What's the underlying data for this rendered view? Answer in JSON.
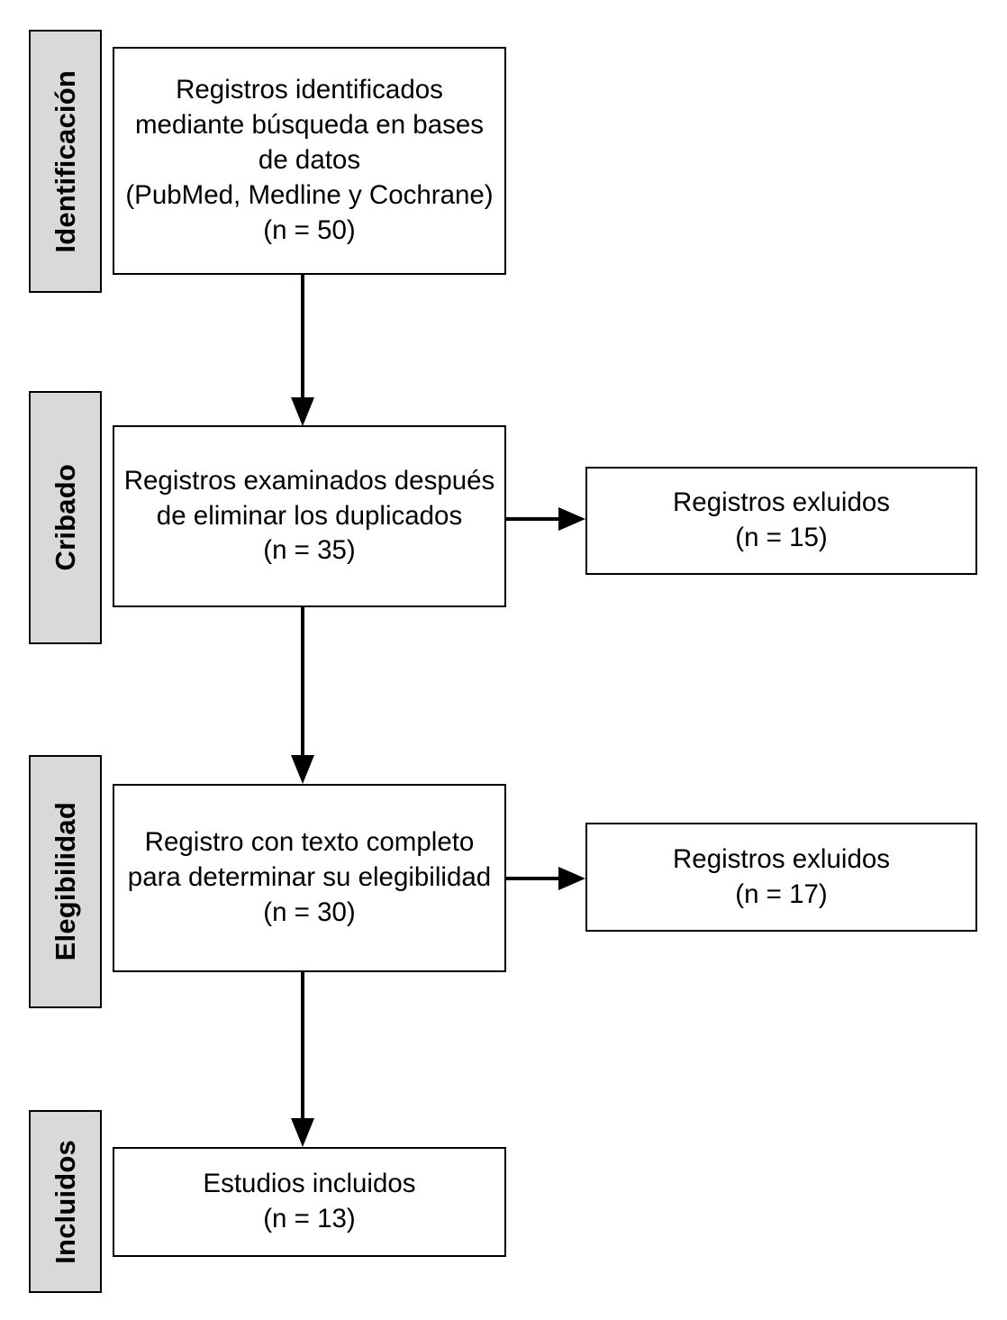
{
  "diagram": {
    "type": "prisma-flow-diagram",
    "language": "es",
    "background_color": "#ffffff",
    "stage_label_fill": "#d9d9d9",
    "stroke_color": "#000000",
    "stages": [
      {
        "id": "identificacion",
        "label": "Identificación",
        "box_text": "Registros identificados mediante búsqueda en bases de datos\n(PubMed, Medline y Cochrane) (n = 50)",
        "n": 50
      },
      {
        "id": "cribado",
        "label": "Cribado",
        "box_text": "Registros examinados después de eliminar los duplicados\n(n = 35)",
        "n": 35
      },
      {
        "id": "elegibilidad",
        "label": "Elegibilidad",
        "box_text": "Registro con texto completo para  determinar su elegibilidad\n(n = 30)",
        "n": 30
      },
      {
        "id": "incluidos",
        "label": "Incluidos",
        "box_text": "Estudios incluidos\n(n = 13)",
        "n": 13
      }
    ],
    "excluded": [
      {
        "id": "excluded-cribado",
        "text": "Registros exluidos\n(n = 15)",
        "n": 15
      },
      {
        "id": "excluded-elegibilidad",
        "text": "Registros exluidos\n(n = 17)",
        "n": 17
      }
    ]
  }
}
